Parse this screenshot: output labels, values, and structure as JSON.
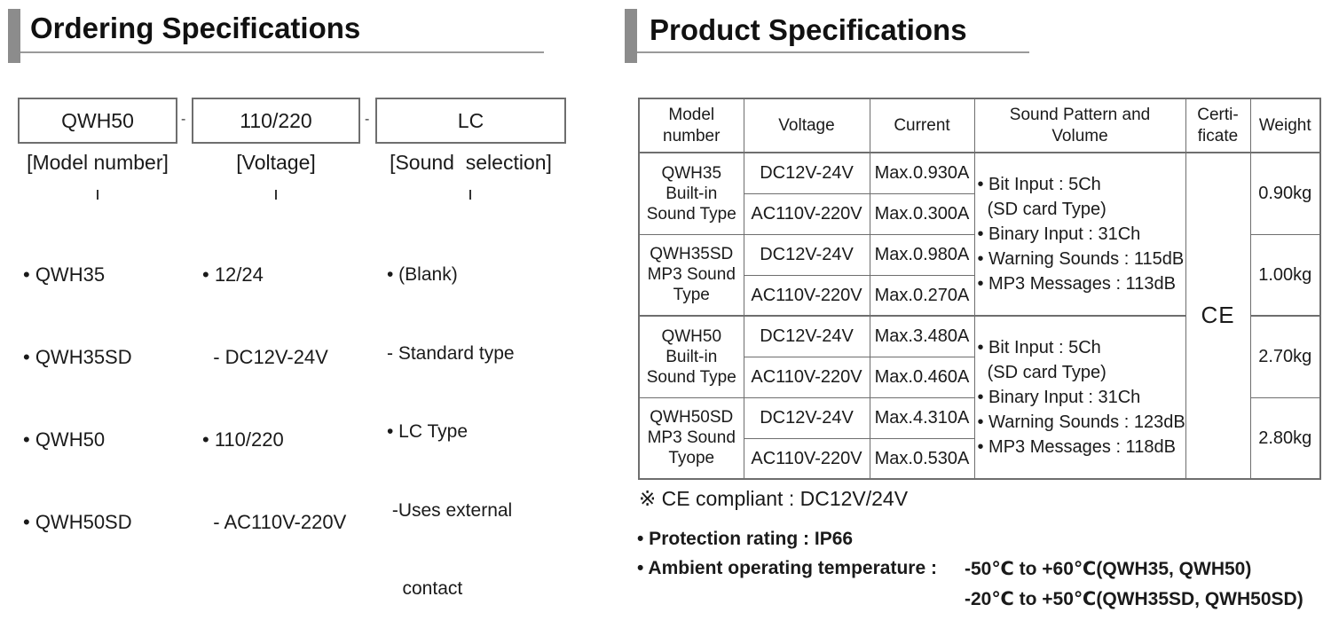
{
  "ordering": {
    "title": "Ordering Specifications",
    "boxes": [
      {
        "value": "QWH50",
        "label": "[Model number]"
      },
      {
        "value": "110/220",
        "label": "[Voltage]"
      },
      {
        "value": "LC",
        "label": "[Sound  selection]"
      }
    ],
    "separator": "-",
    "lists": [
      [
        "• QWH35",
        "• QWH35SD",
        "• QWH50",
        "• QWH50SD"
      ],
      [
        "• 12/24",
        "  - DC12V-24V",
        "• 110/220",
        "  - AC110V-220V"
      ],
      [
        "• (Blank)",
        "- Standard type",
        "• LC Type",
        " -Uses external",
        "   contact"
      ]
    ]
  },
  "product": {
    "title": "Product Specifications",
    "headers": {
      "model": "Model\nnumber",
      "voltage": "Voltage",
      "current": "Current",
      "sound": "Sound Pattern and\nVolume",
      "cert": "Certi-\nficate",
      "weight": "Weight"
    },
    "models": [
      {
        "name": "QWH35\nBuilt-in\nSound Type",
        "rows": [
          {
            "voltage": "DC12V-24V",
            "current": "Max.0.930A"
          },
          {
            "voltage": "AC110V-220V",
            "current": "Max.0.300A"
          }
        ],
        "weight": "0.90kg"
      },
      {
        "name": "QWH35SD\nMP3 Sound\nType",
        "rows": [
          {
            "voltage": "DC12V-24V",
            "current": "Max.0.980A"
          },
          {
            "voltage": "AC110V-220V",
            "current": "Max.0.270A"
          }
        ],
        "weight": "1.00kg"
      },
      {
        "name": "QWH50\nBuilt-in\nSound Type",
        "rows": [
          {
            "voltage": "DC12V-24V",
            "current": "Max.3.480A"
          },
          {
            "voltage": "AC110V-220V",
            "current": "Max.0.460A"
          }
        ],
        "weight": "2.70kg"
      },
      {
        "name": "QWH50SD\nMP3 Sound\nTyope",
        "rows": [
          {
            "voltage": "DC12V-24V",
            "current": "Max.4.310A"
          },
          {
            "voltage": "AC110V-220V",
            "current": "Max.0.530A"
          }
        ],
        "weight": "2.80kg"
      }
    ],
    "sound_groups": [
      [
        "• Bit Input : 5Ch",
        "  (SD card Type)",
        "• Binary Input : 31Ch",
        "• Warning Sounds : 115dB",
        "• MP3 Messages : 113dB"
      ],
      [
        "• Bit Input : 5Ch",
        "  (SD card Type)",
        "• Binary Input : 31Ch",
        "• Warning Sounds : 123dB",
        "• MP3 Messages : 118dB"
      ]
    ],
    "certificate": "CE",
    "note": "※ CE compliant : DC12V/24V",
    "protection": "• Protection rating : IP66",
    "temperature_label": "• Ambient operating temperature : ",
    "temperature_lines": [
      "-50℃ to +60℃(QWH35, QWH50)",
      "-20℃ to +50℃(QWH35SD, QWH50SD)"
    ]
  }
}
